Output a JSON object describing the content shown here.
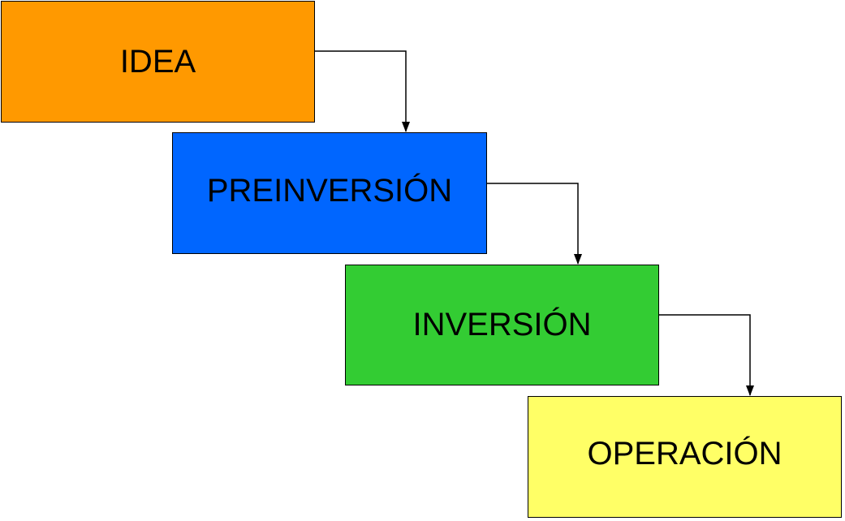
{
  "stages": [
    {
      "label": "IDEA",
      "color": "#FF9900"
    },
    {
      "label": "PREINVERSIÓN",
      "color": "#0066FF"
    },
    {
      "label": "INVERSIÓN",
      "color": "#33CC33"
    },
    {
      "label": "OPERACIÓN",
      "color": "#FFFF66"
    }
  ],
  "connector_color": "#000000"
}
